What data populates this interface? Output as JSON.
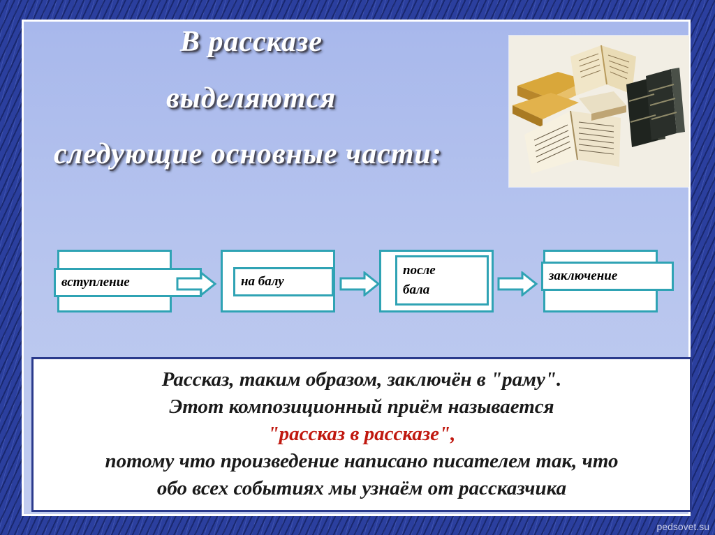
{
  "title": {
    "line1": "В рассказе",
    "line2": "выделяются",
    "line3": "следующие основные части:"
  },
  "image": {
    "icon": "old-books-photo"
  },
  "parts": [
    {
      "label": "вступление"
    },
    {
      "label": "на балу"
    },
    {
      "label_line1": "после",
      "label_line2": "бала"
    },
    {
      "label": "заключение"
    }
  ],
  "summary": {
    "line1": "Рассказ, таким образом, заключён в \"раму\".",
    "line2": "Этот композиционный приём называется",
    "line3": "\"рассказ в рассказе\",",
    "line4": "потому что произведение написано писателем так, что",
    "line5": "обо всех событиях мы узнаём от рассказчика"
  },
  "colors": {
    "background": "#2b3f9e",
    "frame": "#b6c4ee",
    "box_border": "#2fa3b4",
    "highlight": "#c0180f"
  },
  "watermark": "pedsovet.su"
}
